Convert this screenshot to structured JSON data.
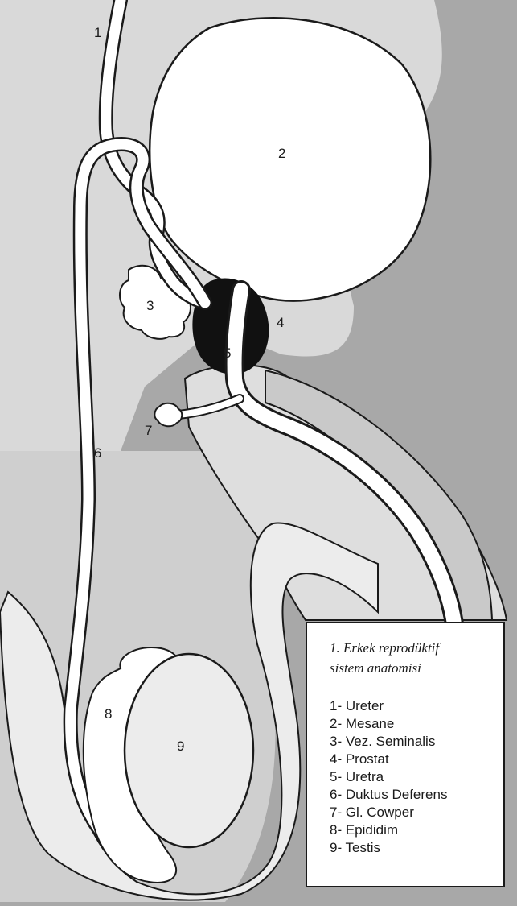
{
  "figure": {
    "caption_line1": "1. Erkek reprodüktif",
    "caption_line2": "sistem anatomisi",
    "numbers": [
      "1",
      "2",
      "3",
      "4",
      "5",
      "6",
      "7",
      "8",
      "9"
    ]
  },
  "legend": {
    "items": [
      "1- Ureter",
      "2- Mesane",
      "3- Vez. Seminalis",
      "4- Prostat",
      "5- Uretra",
      "6- Duktus Deferens",
      "7- Gl. Cowper",
      "8- Epididim",
      "9- Testis"
    ]
  },
  "colors": {
    "background_dark": "#a8a8a8",
    "background_light": "#d9d9d9",
    "tissue": "#dedede",
    "organ": "#ffffff",
    "prostate": "#111111",
    "outline": "#1a1a1a"
  }
}
